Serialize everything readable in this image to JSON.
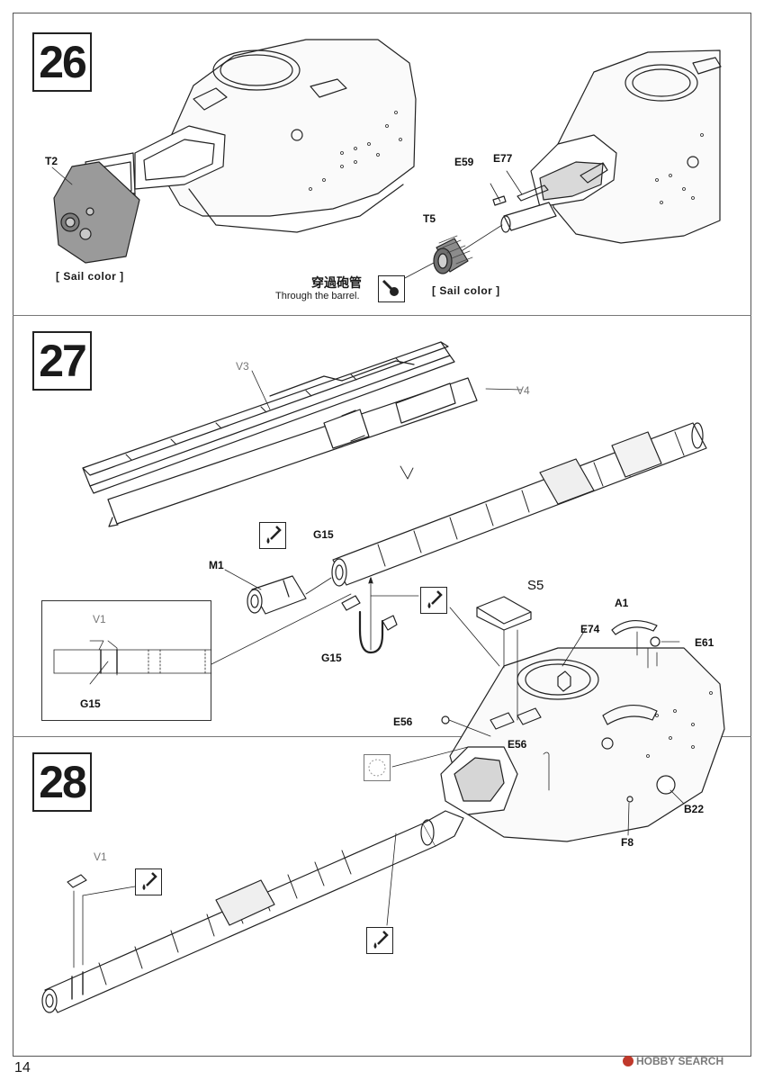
{
  "steps": {
    "s26": "26",
    "s27": "27",
    "s28": "28"
  },
  "step26": {
    "part_t2": "T2",
    "part_e59": "E59",
    "part_e77": "E77",
    "part_t5": "T5",
    "sail_color_left": "[ Sail color ]",
    "sail_color_right": "[ Sail color ]",
    "note_cn": "穿過砲管",
    "note_en": "Through the barrel."
  },
  "step27": {
    "part_v3": "V3",
    "part_v4": "V4",
    "part_g15_top": "G15",
    "part_m1": "M1",
    "part_g15_bottom": "G15",
    "part_s5": "S5",
    "part_a1": "A1",
    "part_e74": "E74",
    "part_e61": "E61",
    "inset_v1": "V1",
    "inset_g15": "G15"
  },
  "step28": {
    "part_e56_a": "E56",
    "part_e56_b": "E56",
    "part_b22": "B22",
    "part_f8": "F8",
    "part_v1": "V1"
  },
  "icons": [
    "glue-icon",
    "glue-icon",
    "glue-icon",
    "glue-icon",
    "glue-icon",
    "hole-open-icon"
  ],
  "footer": {
    "page_number": "14",
    "watermark": "HOBBY SEARCH"
  }
}
